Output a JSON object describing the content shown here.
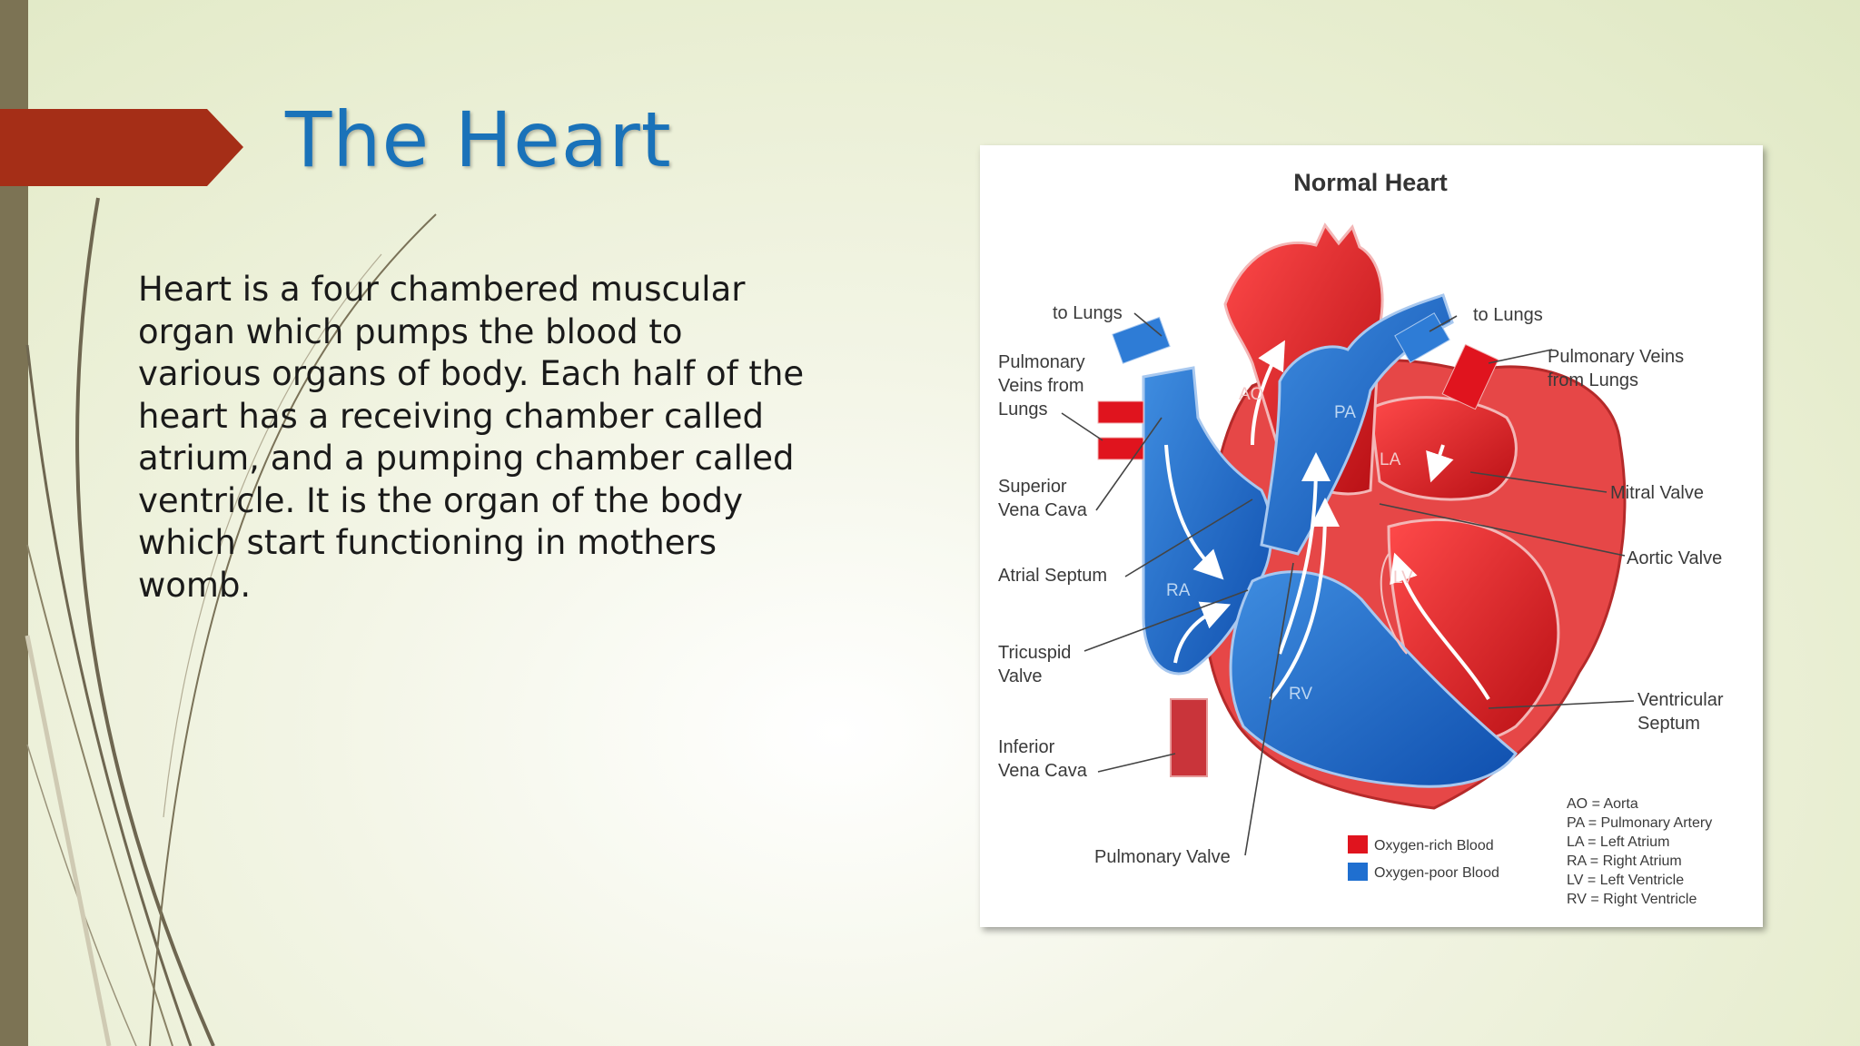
{
  "slide": {
    "title": "The Heart",
    "body": "Heart is a four chambered muscular organ which pumps the blood to various organs of body. Each half of the heart has a receiving chamber called atrium, and a pumping chamber called ventricle. It is the organ of the body which start functioning in mothers womb.",
    "colors": {
      "title": "#1a72b9",
      "accent_arrow": "#a52e17",
      "left_bar": "#7c7354",
      "background": "#e7edcf"
    }
  },
  "figure": {
    "title": "Normal Heart",
    "labels": {
      "to_lungs_left": "to Lungs",
      "to_lungs_right": "to Lungs",
      "pulmonary_veins_left": [
        "Pulmonary",
        "Veins from",
        "Lungs"
      ],
      "pulmonary_veins_right": [
        "Pulmonary Veins",
        "from Lungs"
      ],
      "superior_vena_cava": [
        "Superior",
        "Vena Cava"
      ],
      "atrial_septum": "Atrial Septum",
      "tricuspid_valve": [
        "Tricuspid",
        "Valve"
      ],
      "inferior_vena_cava": [
        "Inferior",
        "Vena Cava"
      ],
      "pulmonary_valve": "Pulmonary Valve",
      "mitral_valve": "Mitral Valve",
      "aortic_valve": "Aortic Valve",
      "ventricular_septum": [
        "Ventricular",
        "Septum"
      ]
    },
    "chambers": {
      "ao": "AO",
      "pa": "PA",
      "la": "LA",
      "ra": "RA",
      "lv": "LV",
      "rv": "RV"
    },
    "legend": [
      {
        "label": "Oxygen-rich Blood",
        "color": "#e0141e"
      },
      {
        "label": "Oxygen-poor Blood",
        "color": "#1f6fd0"
      }
    ],
    "abbreviations": [
      "AO = Aorta",
      "PA = Pulmonary Artery",
      "LA = Left Atrium",
      "RA = Right Atrium",
      "LV = Left Ventricle",
      "RV = Right Ventricle"
    ]
  }
}
